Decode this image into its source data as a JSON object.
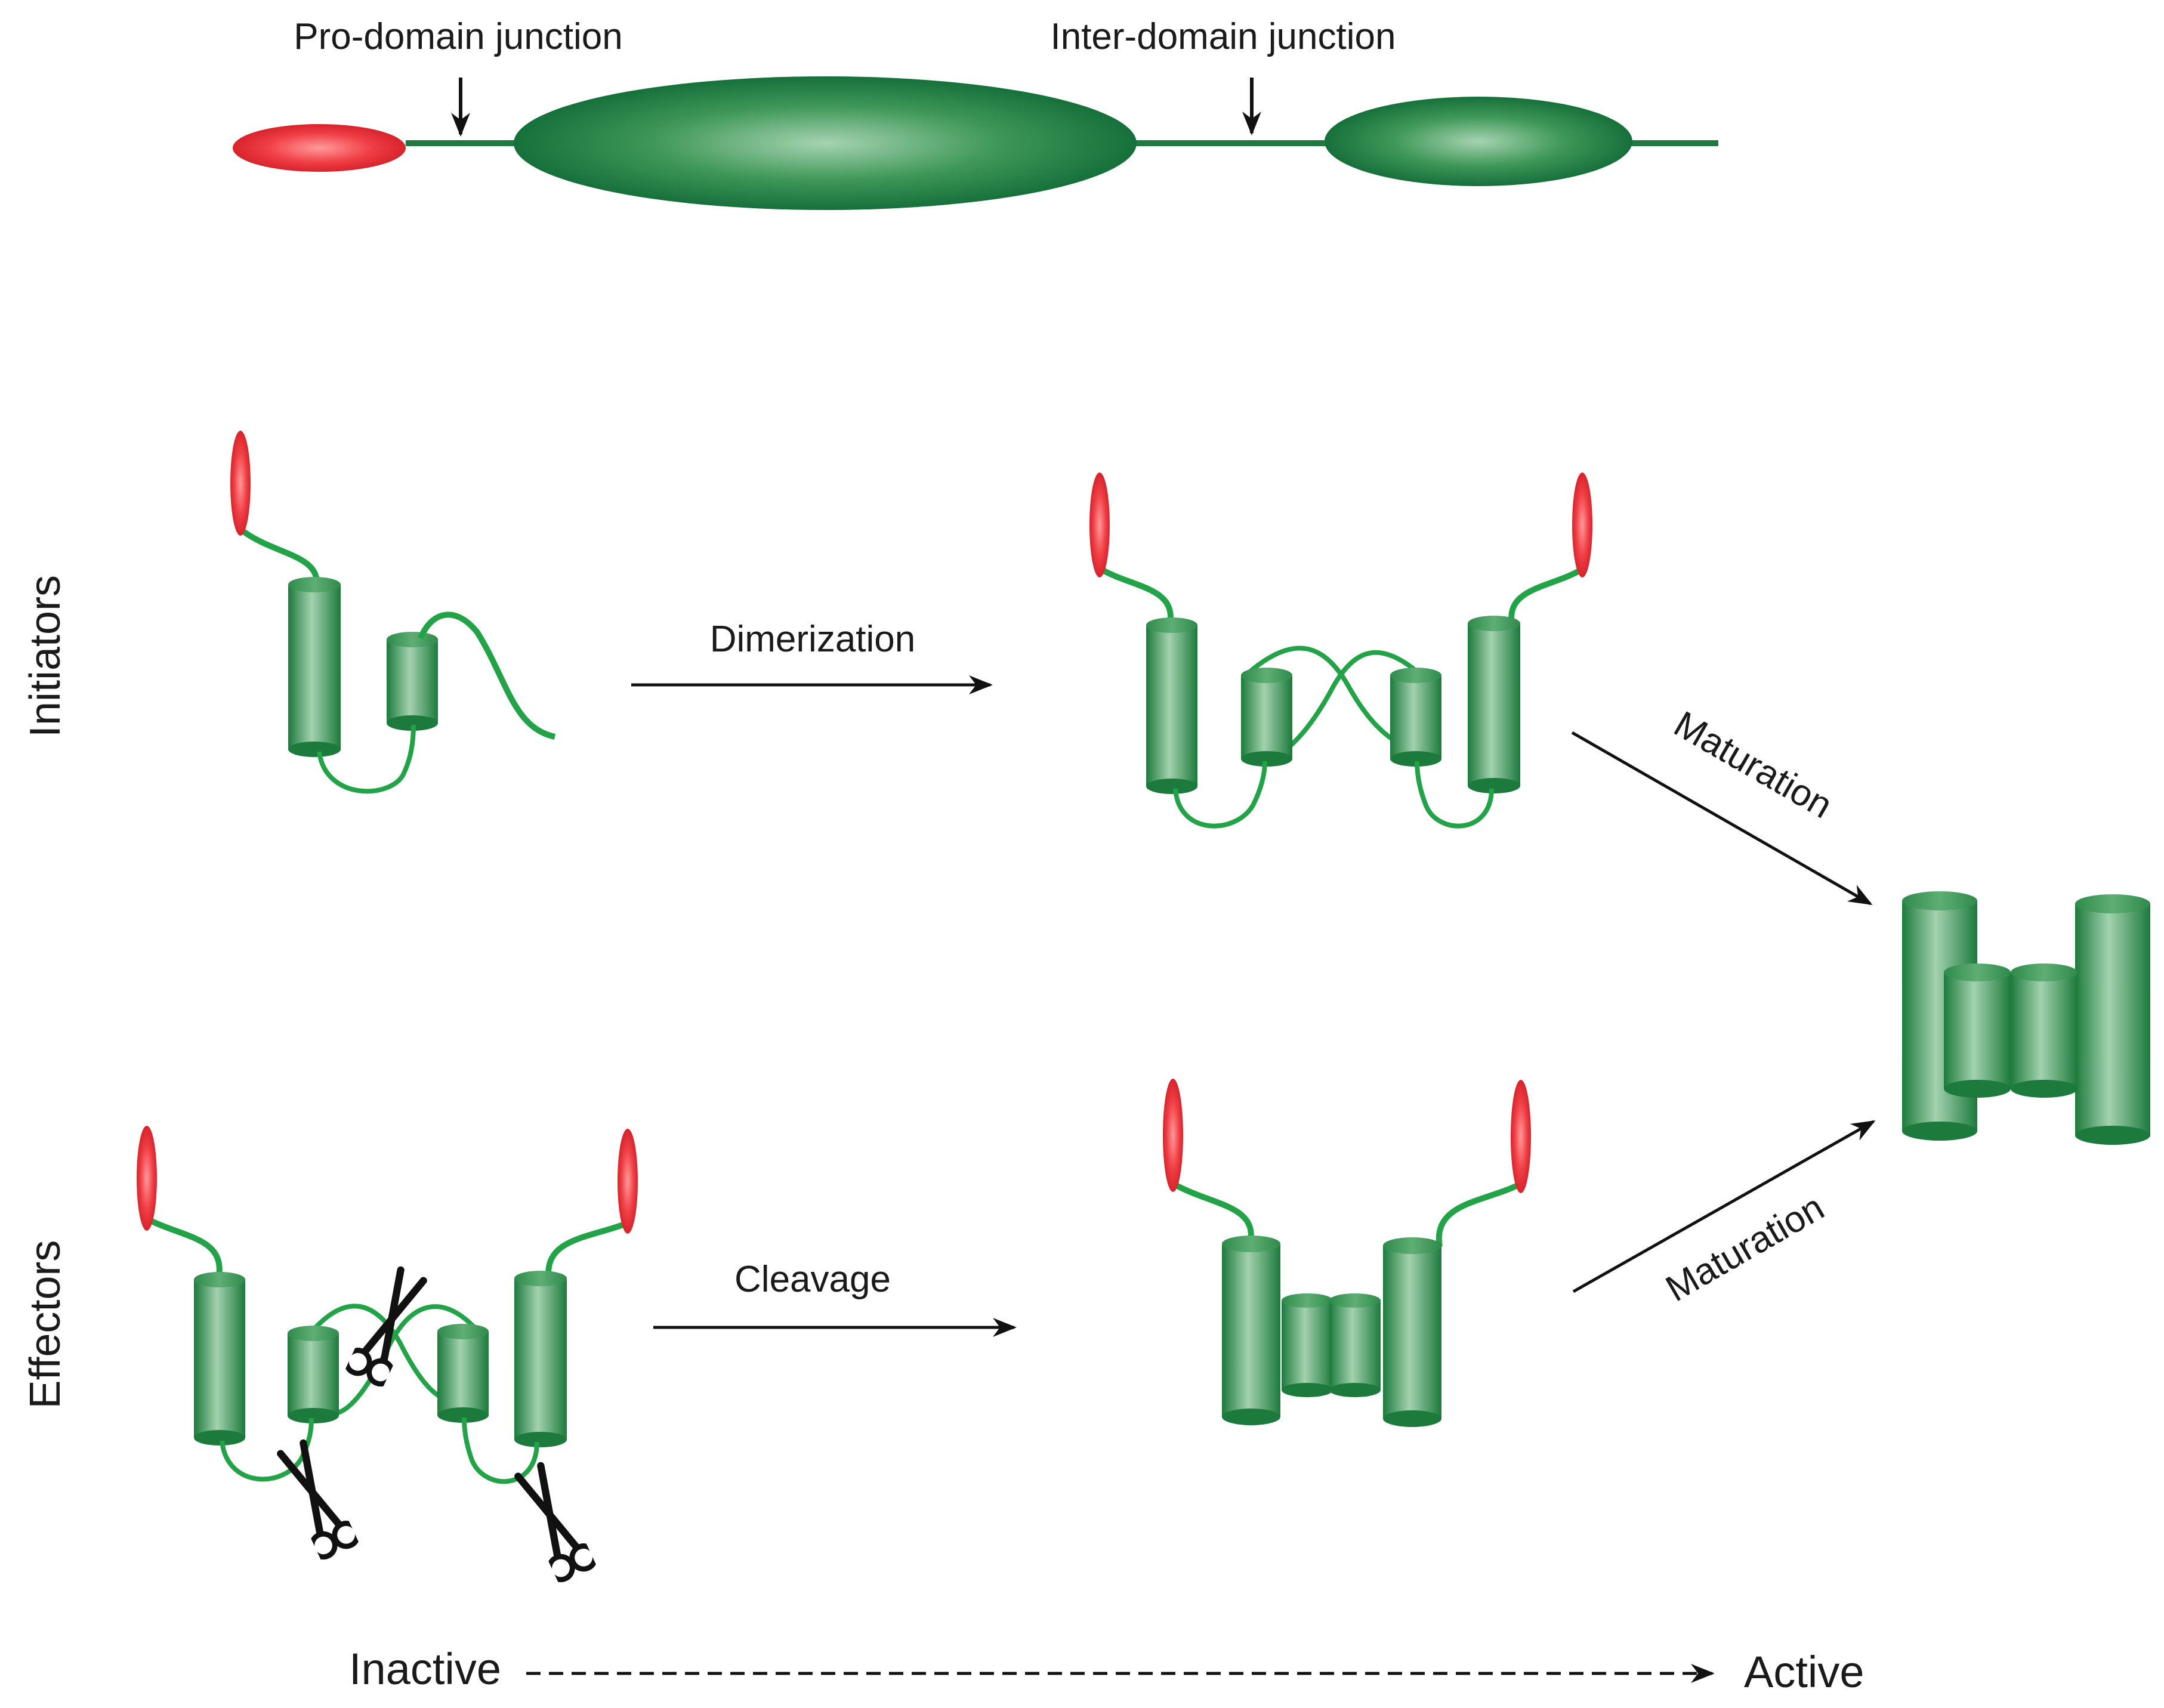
{
  "domain_schema": {
    "pro_domain_junction": "Pro-domain junction",
    "inter_domain_junction": "Inter-domain junction"
  },
  "rows": {
    "initiators": "Initiators",
    "effectors": "Effectors"
  },
  "steps": {
    "dimerization": "Dimerization",
    "cleavage": "Cleavage",
    "maturation_top": "Maturation",
    "maturation_bottom": "Maturation"
  },
  "axis": {
    "inactive": "Inactive",
    "active": "Active"
  },
  "colors": {
    "pro_domain": "#e8353b",
    "domain_green": "#1e7a3e",
    "linker_green": "#23a347",
    "arrow": "#111111"
  }
}
